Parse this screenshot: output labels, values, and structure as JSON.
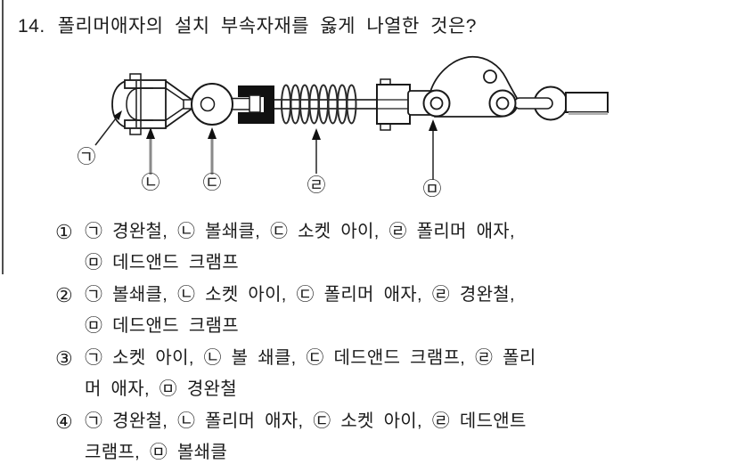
{
  "question": {
    "number": "14.",
    "text": "폴리머애자의 설치 부속자재를 옳게 나열한 것은?"
  },
  "diagram": {
    "labels": {
      "l1": "㉠",
      "l2": "㉡",
      "l3": "㉢",
      "l4": "㉣",
      "l5": "㉤"
    },
    "line_color": "#1a1a1a",
    "arrow_gray": "#8a8a8a"
  },
  "options": [
    {
      "number": "①",
      "line1": "㉠ 경완철, ㉡ 볼쇄클, ㉢ 소켓 아이, ㉣ 폴리머 애자,",
      "line2": "㉤ 데드앤드 크램프"
    },
    {
      "number": "②",
      "line1": "㉠ 볼쇄클, ㉡ 소켓 아이, ㉢ 폴리머 애자, ㉣ 경완철,",
      "line2": "㉤ 데드앤드 크램프"
    },
    {
      "number": "③",
      "line1": "㉠ 소켓 아이, ㉡ 볼 쇄클, ㉢ 데드앤드 크램프, ㉣ 폴리",
      "line2": "머 애자, ㉤ 경완철"
    },
    {
      "number": "④",
      "line1": "㉠ 경완철, ㉡ 폴리머 애자, ㉢ 소켓 아이, ㉣ 데드앤트",
      "line2": "크램프, ㉤ 볼쇄클"
    }
  ]
}
